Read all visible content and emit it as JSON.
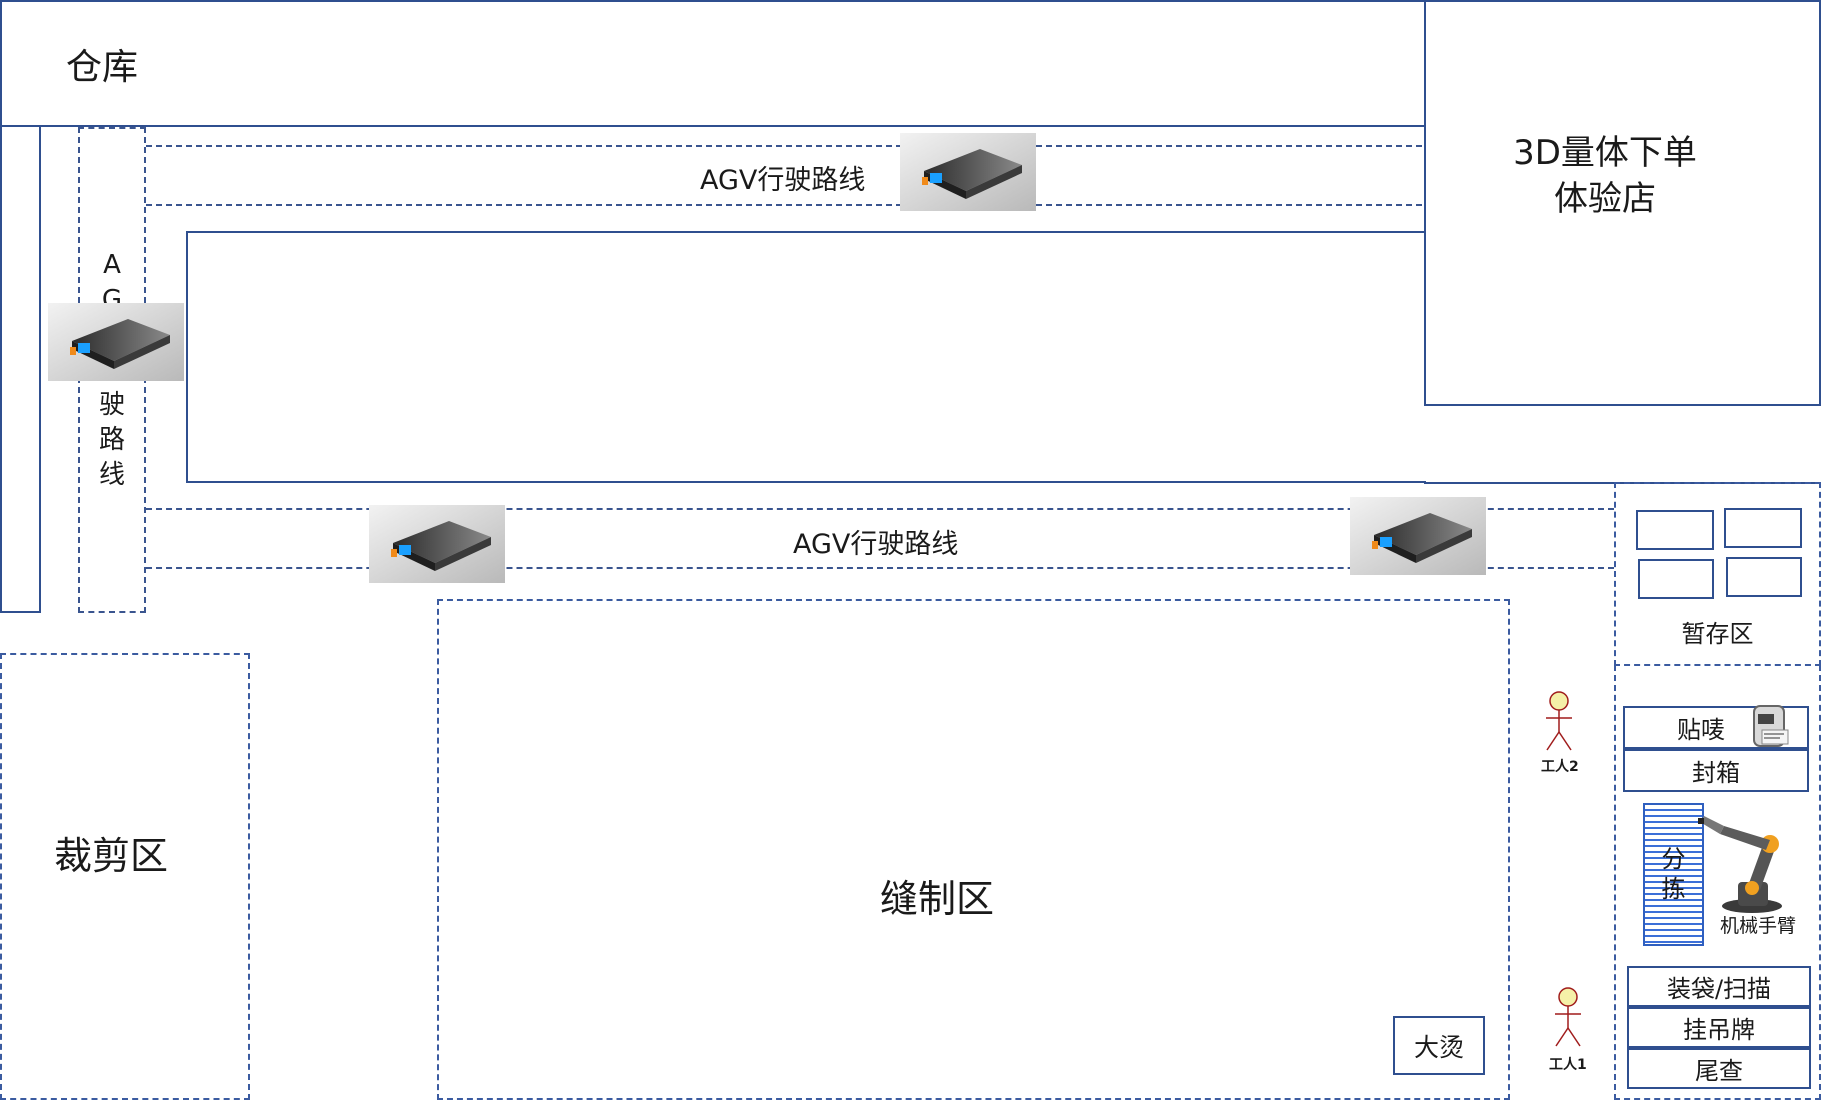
{
  "zones": {
    "warehouse": "仓库",
    "store": "3D量体下单\n体验店",
    "staging": "暂存区",
    "cutting": "裁剪区",
    "sewing": "缝制区",
    "ironing": "大烫"
  },
  "routes": {
    "top": "AGV行驶路线",
    "middle": "AGV行驶路线",
    "vertical": "A\nG\nV\n行\n驶\n路\n线"
  },
  "stations": {
    "label": "贴唛",
    "box": "封箱",
    "sort": "分\n拣",
    "robot": "机械手臂",
    "bag": "装袋/扫描",
    "tag": "挂吊牌",
    "inspect": "尾查"
  },
  "workers": {
    "worker2": "工人2",
    "worker1": "工人1"
  },
  "colors": {
    "line": "#2f4f8f",
    "worker_head": "#f5f0a8",
    "worker_body": "#a01c1c",
    "sort_fill": "#3b6fd8"
  },
  "icons": [
    "agv-robot-icon",
    "label-printer-icon",
    "robot-arm-icon",
    "worker-icon"
  ]
}
